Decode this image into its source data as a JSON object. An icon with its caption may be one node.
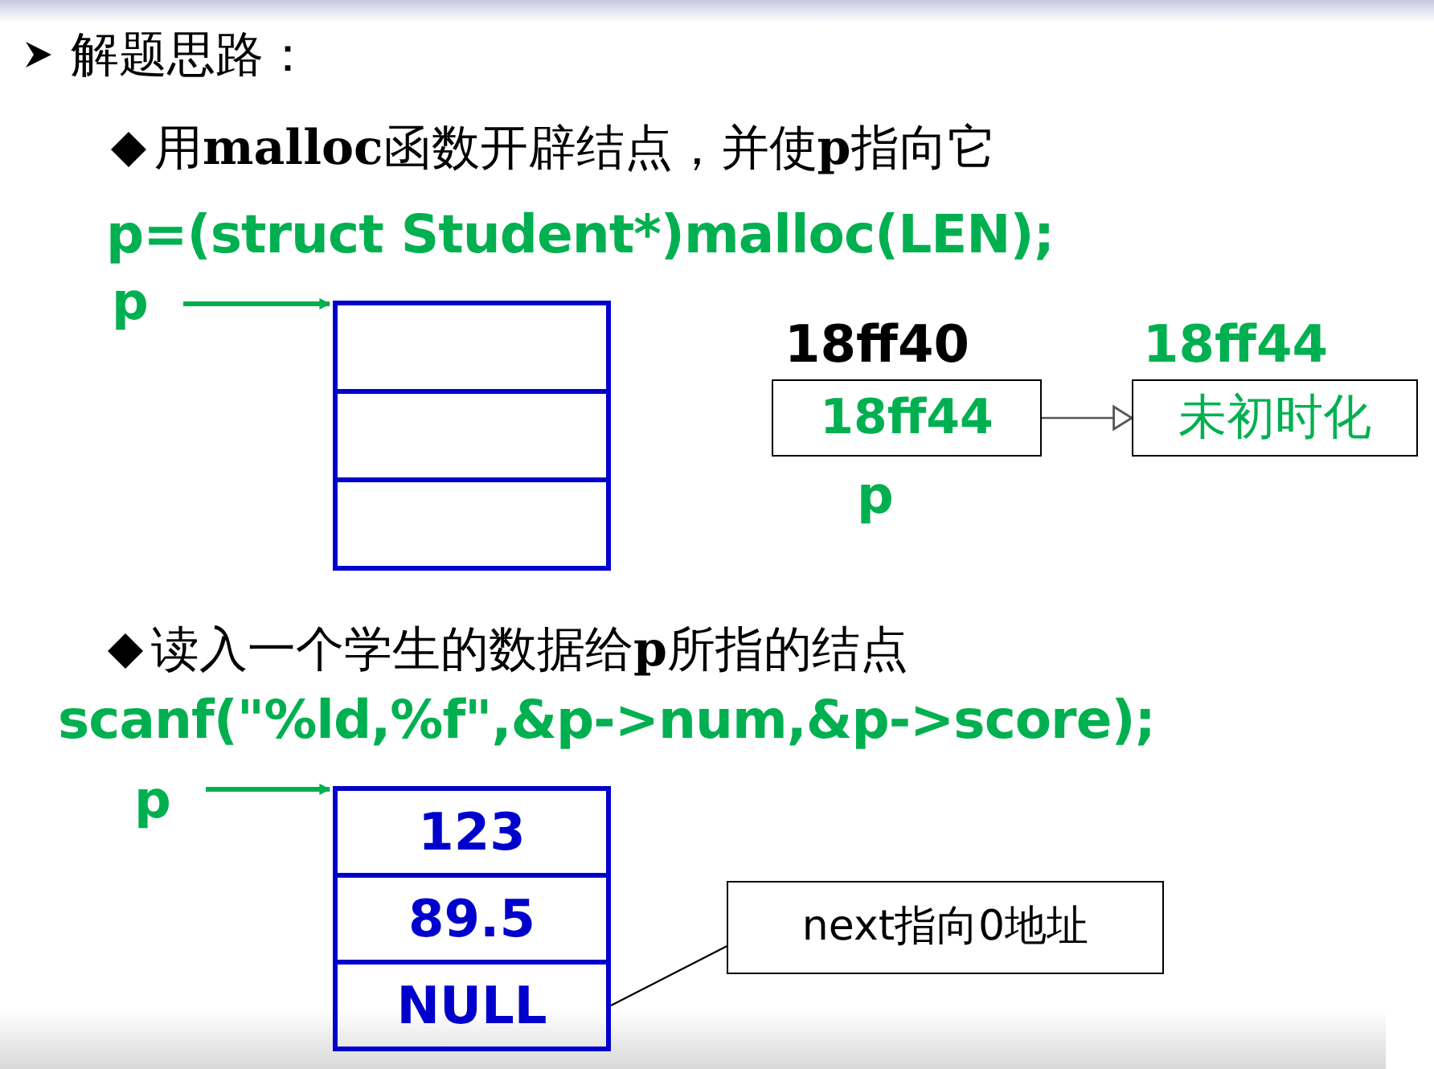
{
  "diagram": {
    "title": "解题思路：",
    "nodes": [
      {
        "text": [
          "p"
        ]
      },
      {
        "text": [],
        "shape": "box"
      },
      {
        "text": [],
        "shape": "box"
      },
      {
        "text": [],
        "shape": "box"
      },
      {
        "text": [
          "18ff44"
        ],
        "beside": [
          "18ff40",
          "p"
        ]
      },
      {
        "text": [
          "未初时化"
        ],
        "beside": [
          "18ff44"
        ]
      },
      {
        "text": [
          "p"
        ]
      },
      {
        "text": [
          "123"
        ]
      },
      {
        "text": [
          "89.5"
        ]
      },
      {
        "text": [
          "NULL"
        ]
      },
      {
        "text": [
          "next指向0地址"
        ]
      }
    ],
    "edges": [
      {
        "from": 0,
        "to": 1,
        "arrow": "to",
        "style": "thick"
      },
      {
        "from": 4,
        "to": 5,
        "arrow": "to",
        "color": "#555555"
      },
      {
        "from": 6,
        "to": 7,
        "arrow": "to",
        "style": "thick"
      },
      {
        "from": 10,
        "to": 9,
        "arrow": "none",
        "color": "#000000"
      }
    ],
    "labels": [
      "用**malloc**函数开辟结点，并使**p**指向它",
      "p=(struct Student*)malloc(LEN);",
      "读入一个学生的数据给**p**所指的结点",
      "scanf(\"%ld,%f\",&p->num,&p->score);"
    ]
  }
}
